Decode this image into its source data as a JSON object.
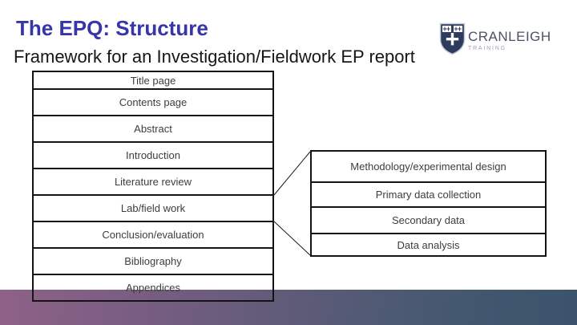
{
  "header": {
    "title": "The EPQ: Structure",
    "subtitle": "Framework for an Investigation/Fieldwork EP report"
  },
  "logo": {
    "name": "CRANLEIGH",
    "tagline": "TRAINING"
  },
  "diagram": {
    "left_boxes": [
      "Title page",
      "Contents page",
      "Abstract",
      "Introduction",
      "Literature review",
      "Lab/field work",
      "Conclusion/evaluation",
      "Bibliography",
      "Appendices"
    ],
    "right_boxes": [
      "Methodology/experimental design",
      "Primary data collection",
      "Secondary data",
      "Data analysis"
    ]
  },
  "colors": {
    "title_blue": "#3636A8",
    "box_border": "#141414",
    "box_text": "#3d3d3d",
    "crest_navy": "#2E3B5E",
    "logo_text": "#4A5264",
    "band_gradient_left": "#8F6188",
    "band_gradient_right": "#3A536B"
  }
}
